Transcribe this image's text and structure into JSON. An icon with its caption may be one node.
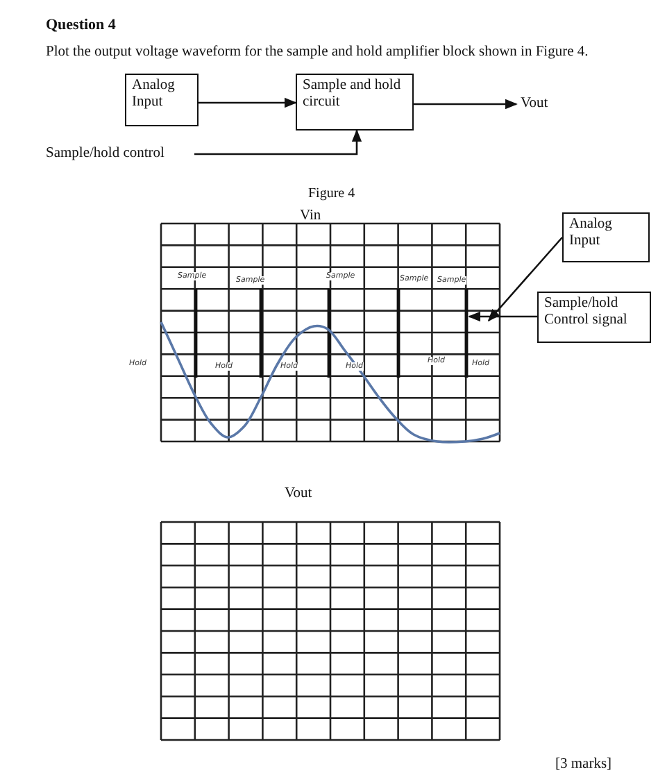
{
  "diagram": {
    "title": "Question 4",
    "caption": "Figure 4",
    "nodes": [
      {
        "text": [
          "Analog Input"
        ]
      },
      {
        "text": [
          "Sample and hold circuit"
        ]
      },
      {
        "text": [
          "Vout"
        ]
      },
      {
        "text": [
          "Sample/hold control"
        ]
      },
      {
        "text": [
          "Analog Input"
        ]
      },
      {
        "text": [
          "Sample/hold Control signal"
        ]
      },
      {
        "text": [],
        "shape": "picture"
      },
      {
        "text": [],
        "shape": "picture"
      }
    ],
    "edges": [
      {
        "from": 0,
        "to": 1,
        "arrow": "to"
      },
      {
        "from": 1,
        "to": 2,
        "arrow": "to"
      },
      {
        "from": 3,
        "to": 1,
        "arrow": "to"
      },
      {
        "from": 4,
        "to": 7,
        "arrow": "to"
      },
      {
        "from": 5,
        "to": 6,
        "arrow": "to"
      }
    ],
    "labels": [
      "Plot the output voltage waveform for the sample and hold amplifier block shown in Figure 4.",
      "Vin",
      "Sample",
      "Sample",
      "Sample",
      "Sample",
      "Sample",
      "Hold",
      "Hold",
      "Hold",
      "Hold",
      "Hold",
      "Hold",
      "Vout",
      "[3 marks]"
    ]
  }
}
